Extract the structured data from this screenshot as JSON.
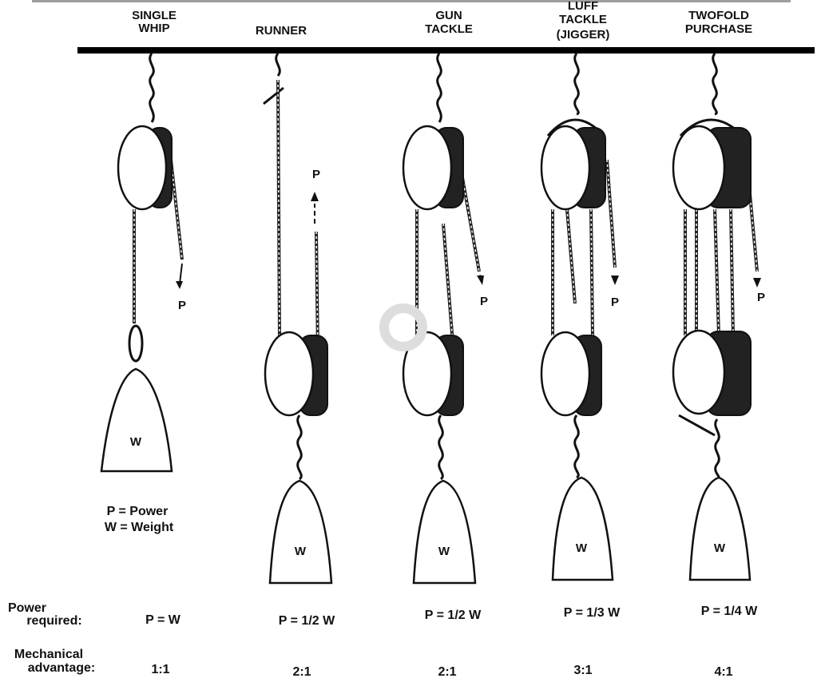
{
  "title_colors": {
    "frame_bar": "#9e9e9e",
    "ink": "#111111"
  },
  "tackles": [
    {
      "name_lines": [
        "SINGLE",
        "WHIP"
      ],
      "power": "P = W",
      "advantage": "1:1"
    },
    {
      "name_lines": [
        "RUNNER"
      ],
      "power": "P = 1/2 W",
      "advantage": "2:1"
    },
    {
      "name_lines": [
        "GUN",
        "TACKLE"
      ],
      "power": "P = 1/2 W",
      "advantage": "2:1"
    },
    {
      "name_lines": [
        "LUFF",
        "TACKLE",
        "(JIGGER)"
      ],
      "power": "P = 1/3 W",
      "advantage": "3:1"
    },
    {
      "name_lines": [
        "TWOFOLD",
        "PURCHASE"
      ],
      "power": "P = 1/4 W",
      "advantage": "4:1"
    }
  ],
  "markers": {
    "power": "P",
    "weight": "W"
  },
  "legend": {
    "power": "P  = Power",
    "weight": "W = Weight"
  },
  "row_labels": {
    "power_line1": "Power",
    "power_line2": "required:",
    "advantage_line1": "Mechanical",
    "advantage_line2": "advantage:"
  }
}
